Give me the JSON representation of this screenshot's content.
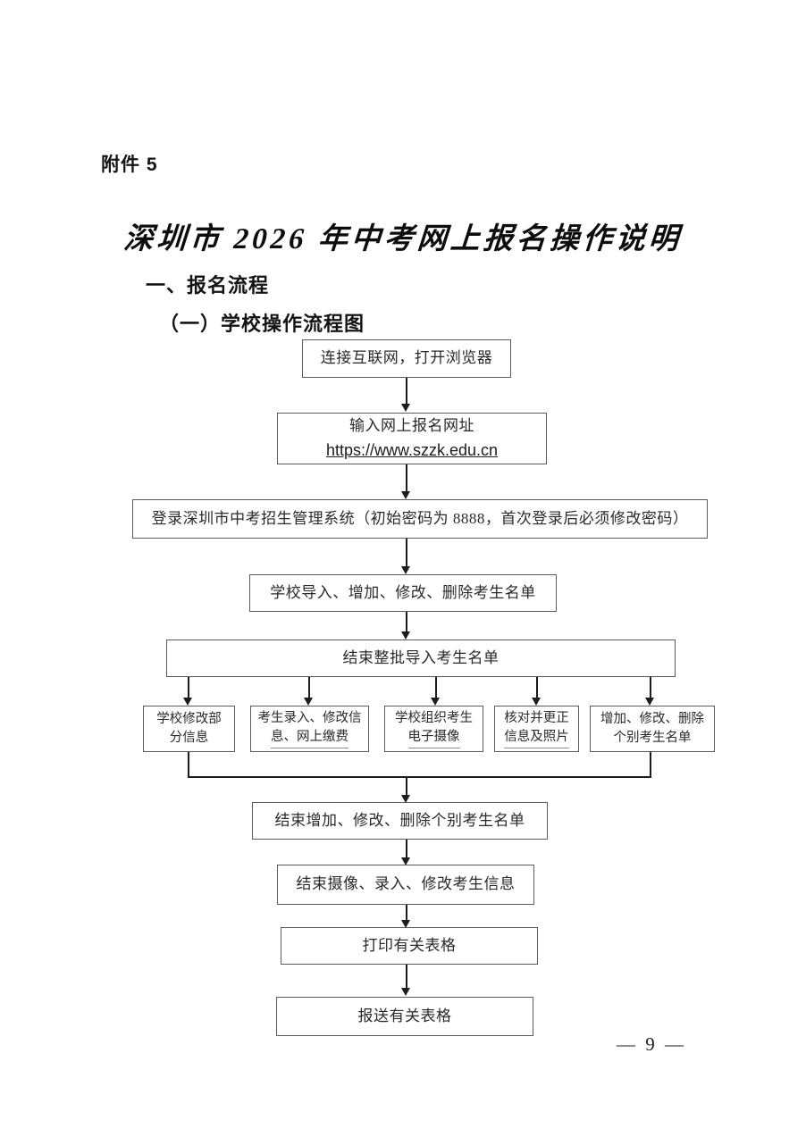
{
  "document": {
    "attachment_label": "附件 5",
    "title": "深圳市 2026 年中考网上报名操作说明",
    "section_heading": "一、报名流程",
    "subsection_heading": "（一）学校操作流程图",
    "page_number": "— 9 —"
  },
  "flowchart": {
    "step_connect_internet": "连接互联网，打开浏览器",
    "step_enter_url_title": "输入网上报名网址",
    "step_enter_url_value": "https://www.szzk.edu.cn",
    "step_login_system": "登录深圳市中考招生管理系统（初始密码为 8888，首次登录后必须修改密码）",
    "step_school_import": "学校导入、增加、修改、删除考生名单",
    "step_finish_batch_import": "结束整批导入考生名单",
    "parallel_steps": [
      {
        "line1": "学校修改部",
        "line2": "分信息",
        "underline": false
      },
      {
        "line1": "考生录入、修改信",
        "line2": "息、网上缴费",
        "underline": true
      },
      {
        "line1": "学校组织考生",
        "line2": "电子摄像",
        "underline": true
      },
      {
        "line1": "核对并更正",
        "line2": "信息及照片",
        "underline": true
      },
      {
        "line1": "增加、修改、删除",
        "line2": "个别考生名单",
        "underline": false
      }
    ],
    "step_finish_individual": "结束增加、修改、删除个别考生名单",
    "step_finish_photo_entry": "结束摄像、录入、修改考生信息",
    "step_print_forms": "打印有关表格",
    "step_submit_forms": "报送有关表格"
  },
  "colors": {
    "box_border": "#5b5b5b",
    "connector": "#1d1d1d",
    "text": "#2a2a2a",
    "page_background": "#ffffff"
  }
}
